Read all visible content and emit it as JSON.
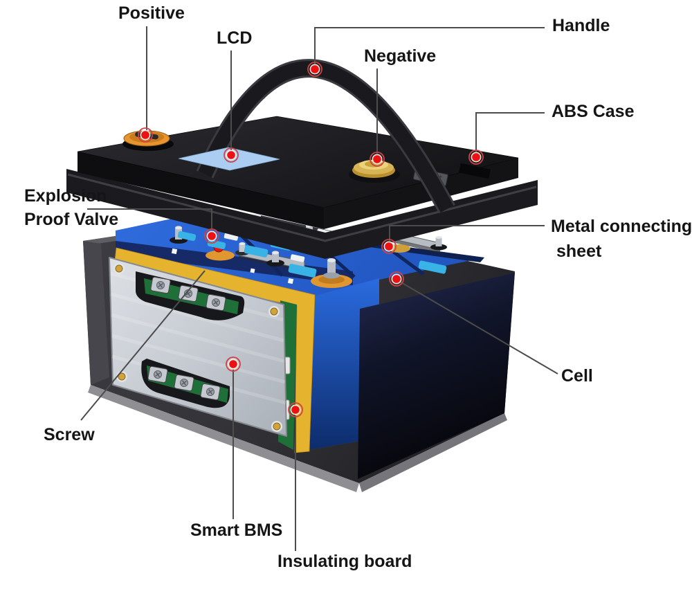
{
  "diagram": {
    "type": "battery-pack-exploded-view",
    "labels": {
      "positive": "Positive",
      "lcd": "LCD",
      "handle": "Handle",
      "negative": "Negative",
      "abs_case": "ABS Case",
      "explosion_1": "Explosion",
      "explosion_2": "Proof Valve",
      "metal_1": "Metal connecting",
      "metal_2": "sheet",
      "cell": "Cell",
      "screw": "Screw",
      "smart_bms": "Smart BMS",
      "insulating_board": "Insulating board"
    },
    "colors": {
      "background": "#ffffff",
      "leader_line": "#4c4c4c",
      "callout_red": "#ec1212",
      "callout_ring": "#cc4444",
      "lid_top": "#232327",
      "lid_side": "#0e0e11",
      "case_body": "#35353a",
      "case_rim": "#8e8e93",
      "cell_blue": "#2563d8",
      "cell_blue_dark": "#10265e",
      "insulating_yellow": "#e6b32e",
      "pcb_green": "#1e6f38",
      "bms_silver": "#ccd0d6",
      "terminal_orange": "#e8952f",
      "terminal_gold": "#d9b457",
      "lcd_blue": "#abcdf1",
      "sticker_cyan": "#39b3e6",
      "busbar_silver": "#b7bbc2"
    }
  }
}
